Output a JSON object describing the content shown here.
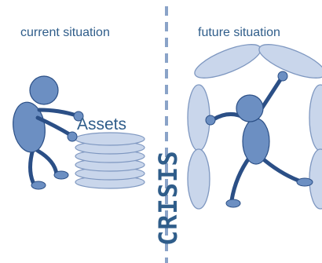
{
  "left_title": "current situation",
  "right_title": "future situation",
  "assets_label": "Assets",
  "crisis_label": "CRISIS",
  "colors": {
    "text": "#2f5d8a",
    "figure_fill": "#6c8fc2",
    "figure_stroke": "#2b4f86",
    "arch_fill": "#c9d6eb",
    "arch_stroke": "#7e97c0",
    "coin_fill": "#c9d6eb",
    "divider": "#8aa3c8"
  }
}
